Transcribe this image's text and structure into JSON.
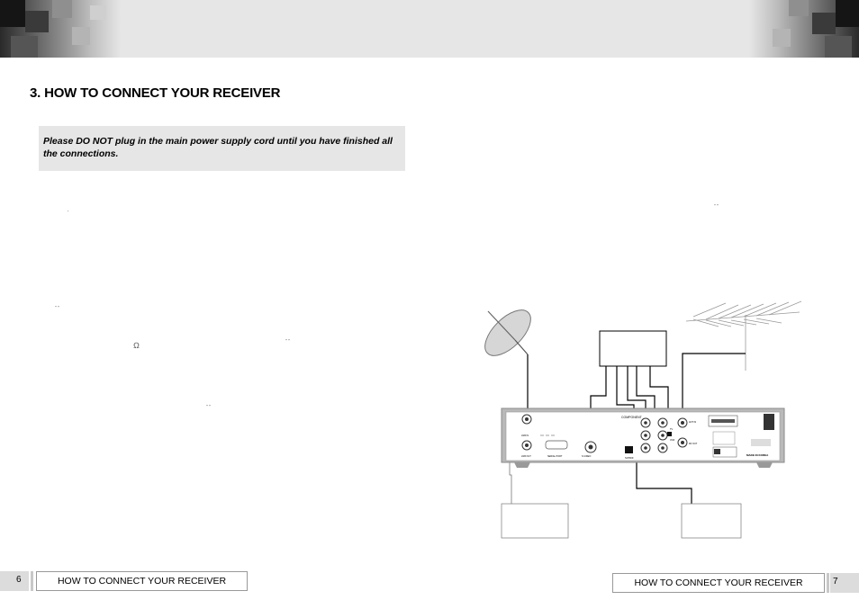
{
  "page": {
    "title": "3. HOW TO CONNECT YOUR RECEIVER",
    "notice": "Please DO NOT plug in the main power supply cord until you have finished all the connections."
  },
  "specks": {
    "s1": "'",
    "s2": "“      ”",
    "s3": "Ω",
    "s4": "“  ”",
    "s5": "“       ”",
    "s6": "“       ”"
  },
  "diagram": {
    "component_label": "COMPONENT",
    "spdif_label": "S/PDIF",
    "made_in": "MADE IN KOREA",
    "port_labels": [
      "LNB IN",
      "LNB OUT",
      "SERIAL PORT",
      "S-VIDEO",
      "TV",
      "VCR",
      "ANT IN",
      "RF OUT"
    ]
  },
  "footer": {
    "left_page_number": "6",
    "left_label": "HOW TO CONNECT YOUR RECEIVER",
    "right_page_number": "7",
    "right_label": "HOW TO CONNECT YOUR RECEIVER"
  }
}
